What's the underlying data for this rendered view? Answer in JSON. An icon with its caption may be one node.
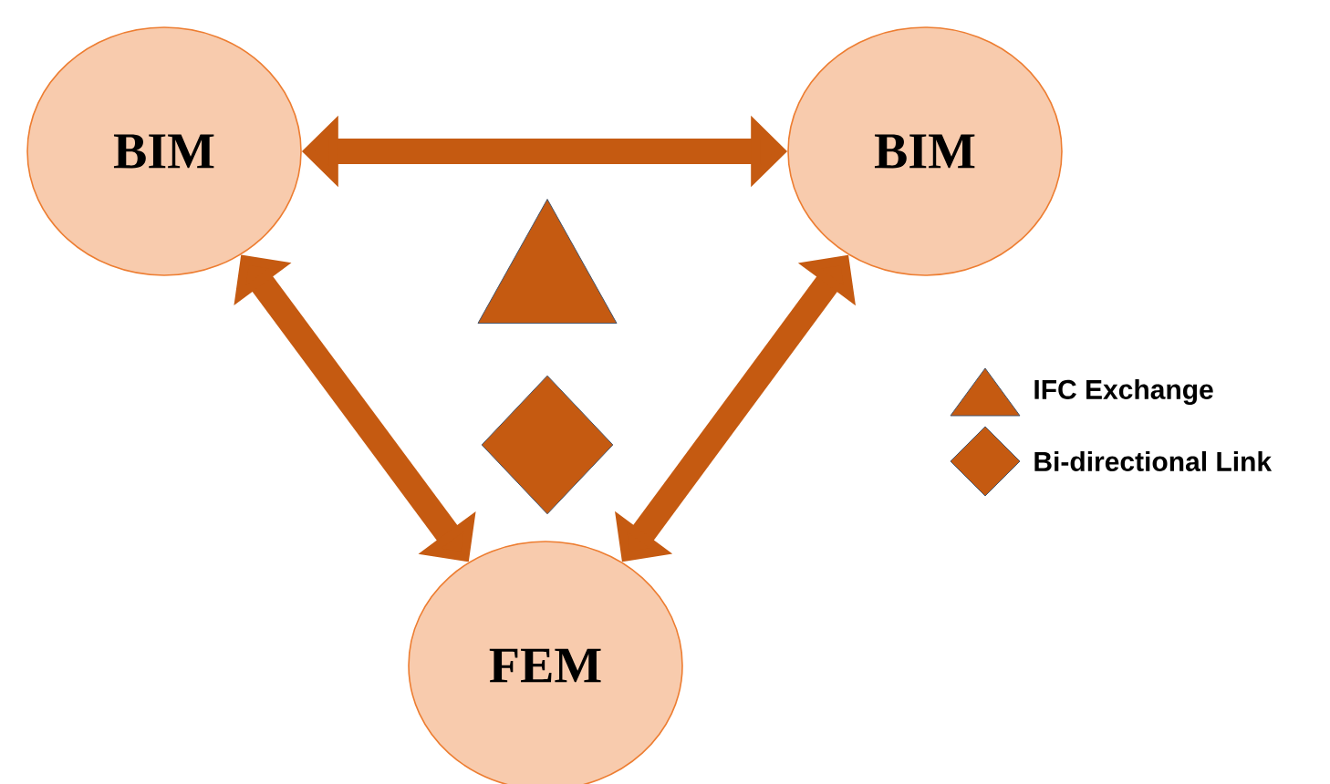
{
  "diagram": {
    "nodes": [
      {
        "text": [
          "BIM"
        ]
      },
      {
        "text": [
          "BIM"
        ]
      },
      {
        "text": [],
        "shape": "triangle"
      },
      {
        "text": [],
        "shape": "diamond"
      },
      {
        "text": [
          "FEM"
        ]
      }
    ],
    "edges": [
      {
        "from": 0,
        "to": 1,
        "arrow": "both"
      },
      {
        "from": 0,
        "to": 4,
        "arrow": "both"
      },
      {
        "from": 1,
        "to": 4,
        "arrow": "both"
      }
    ],
    "legend": [
      {
        "text": "IFC Exchange"
      },
      {
        "text": "Bi-directional Link"
      }
    ]
  }
}
